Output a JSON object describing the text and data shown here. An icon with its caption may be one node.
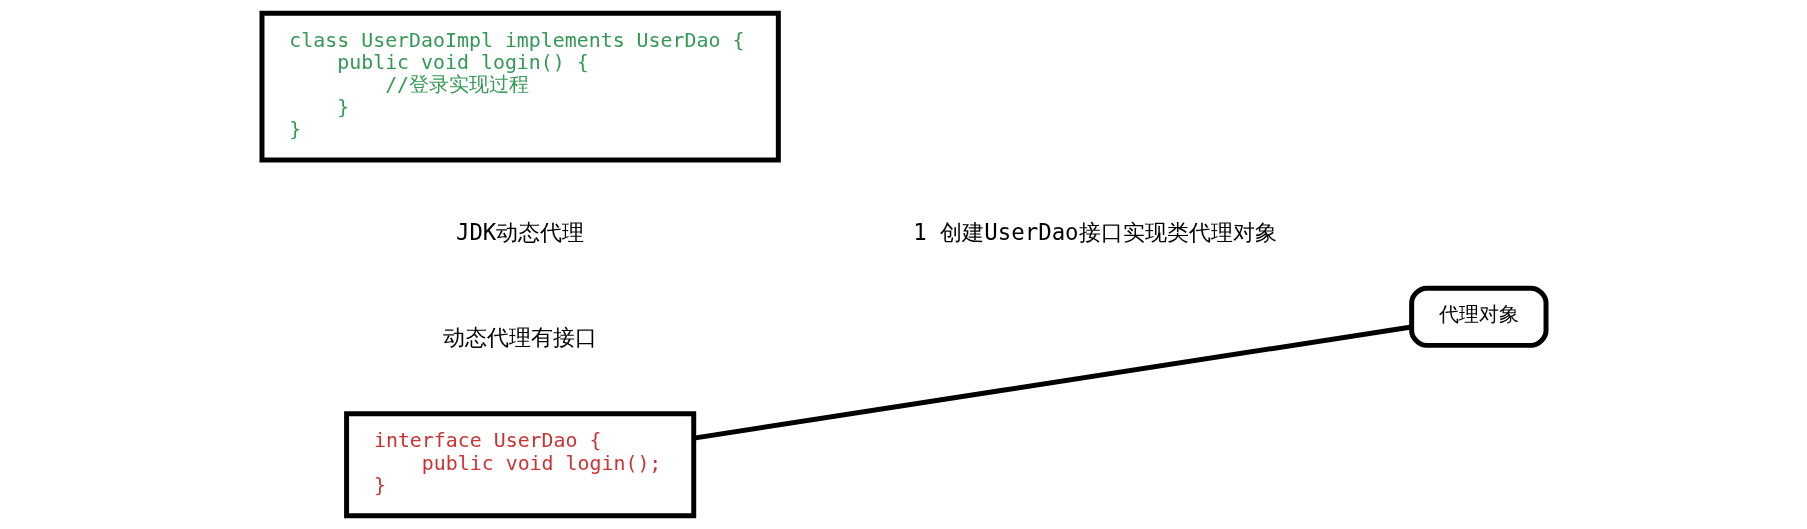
{
  "diagram": {
    "nodes": [
      {
        "text": [
          "interface UserDao {",
          "public void login();",
          "}"
        ]
      },
      {
        "text": [
          "class UserDaoImpl implements UserDao {",
          "public void login() {",
          "//登录实现过程",
          "}",
          "}"
        ]
      },
      {
        "text": [
          "代理对象"
        ]
      }
    ],
    "edges": [
      {
        "from": 0,
        "to": 2,
        "arrow": "none"
      }
    ],
    "labels": [
      "动态代理有接口",
      "JDK动态代理",
      "1 创建UserDao接口实现类代理对象"
    ]
  }
}
